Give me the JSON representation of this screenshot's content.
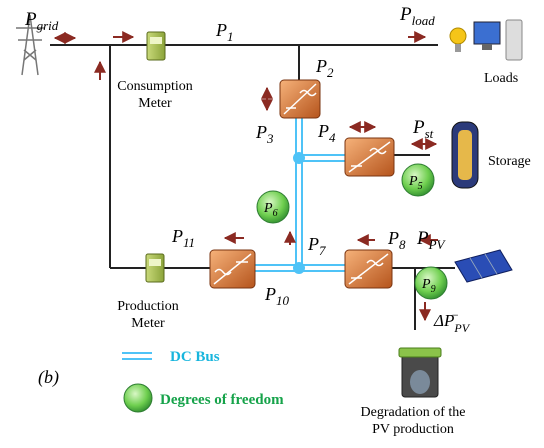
{
  "labels": {
    "p_grid": "P",
    "p_grid_sub": "grid",
    "p1": "P",
    "p1_sub": "1",
    "p_load": "P",
    "p_load_sub": "load",
    "p2": "P",
    "p2_sub": "2",
    "p3": "P",
    "p3_sub": "3",
    "p4": "P",
    "p4_sub": "4",
    "p_st": "P",
    "p_st_sub": "st",
    "p5": "P",
    "p5_sub": "5",
    "p6": "P",
    "p6_sub": "6",
    "p7": "P",
    "p7_sub": "7",
    "p8": "P",
    "p8_sub": "8",
    "p_pv": "P",
    "p_pv_sub": "PV",
    "p9": "P",
    "p9_sub": "9",
    "p10": "P",
    "p10_sub": "10",
    "p11": "P",
    "p11_sub": "11",
    "delta_pv": "ΔP",
    "delta_pv_sub": "PV",
    "delta_pv_sup": "−"
  },
  "components": {
    "consumption_meter_line1": "Consumption",
    "consumption_meter_line2": "Meter",
    "production_meter_line1": "Production",
    "production_meter_line2": "Meter",
    "loads": "Loads",
    "storage": "Storage",
    "degradation_line1": "Degradation of the",
    "degradation_line2": "PV production"
  },
  "legend": {
    "panel_label": "(b)",
    "dc_bus": "DC Bus",
    "degrees_of_freedom": "Degrees of freedom"
  },
  "colors": {
    "arrow": "#8b2a22",
    "dc_bus": "#4fc3f7",
    "converter": "#d2691e",
    "freedom_circle": "#4caf50"
  }
}
